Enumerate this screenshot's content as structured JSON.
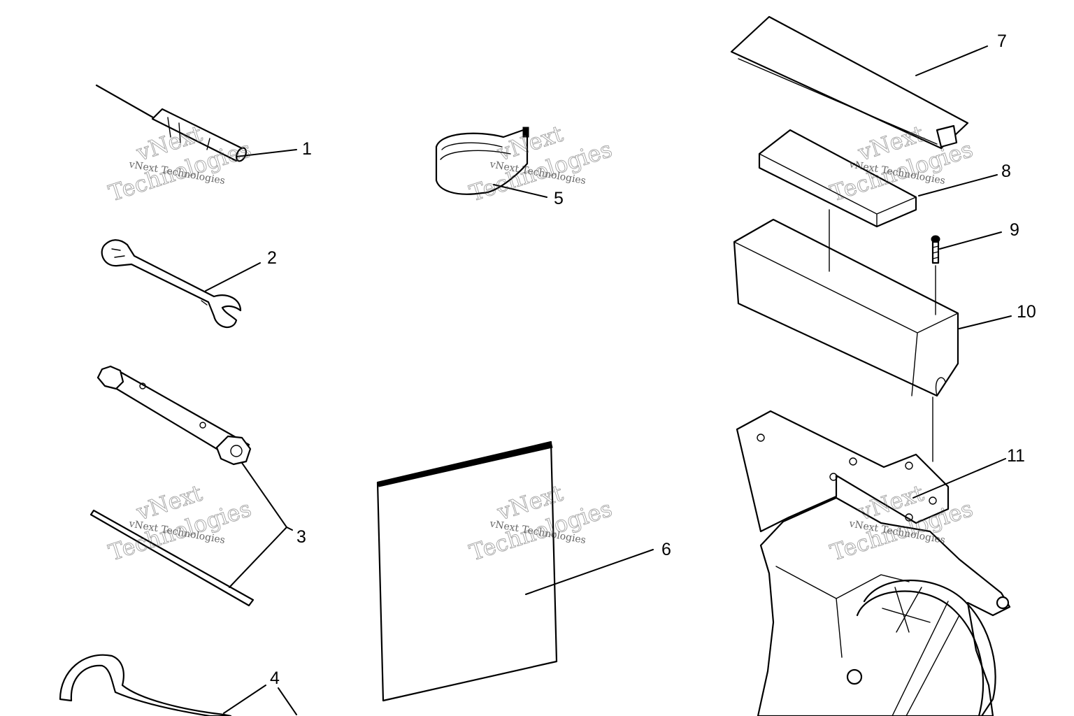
{
  "diagram": {
    "callouts": [
      "1",
      "2",
      "3",
      "4",
      "5",
      "6",
      "7",
      "8",
      "9",
      "10",
      "11"
    ],
    "watermark": {
      "line1": "vNext Technologies",
      "line2_top": "vNext",
      "line2_bottom": "Technologies"
    }
  }
}
